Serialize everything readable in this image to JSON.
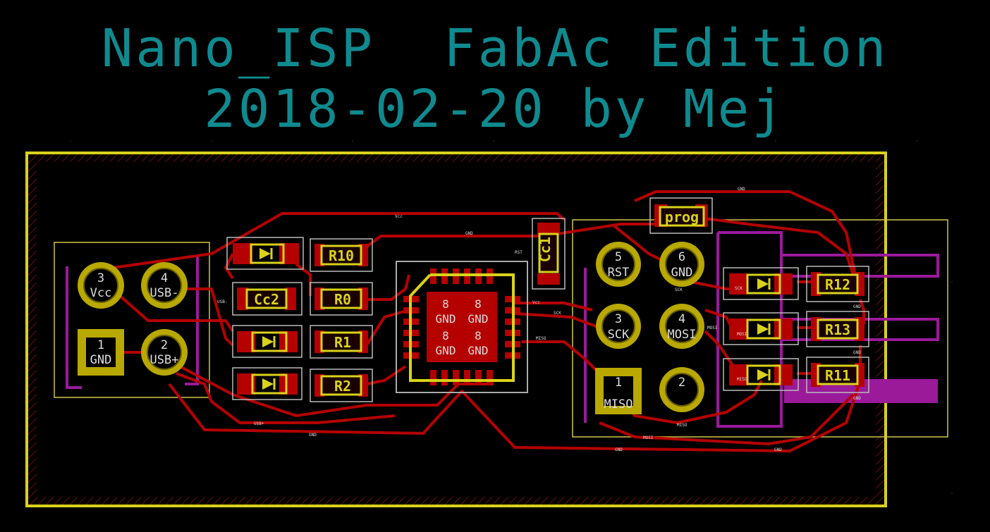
{
  "board": {
    "title_line1": "Nano_ISP  FabAc Edition",
    "title_line2": "2018-02-20 by Mej"
  },
  "colors": {
    "background": "#000000",
    "outline": "#d9d21a",
    "copper": "#c00000",
    "pad": "#b8a800",
    "text_teal": "#0f8a8f",
    "back_silk": "#9a1a9a"
  },
  "usb_header": {
    "pads": [
      {
        "number": "3",
        "label": "Vcc"
      },
      {
        "number": "4",
        "label": "USB-"
      },
      {
        "number": "1",
        "label": "GND"
      },
      {
        "number": "2",
        "label": "USB+"
      }
    ]
  },
  "isp_header": {
    "pads": [
      {
        "number": "5",
        "label": "RST"
      },
      {
        "number": "6",
        "label": "GND"
      },
      {
        "number": "3",
        "label": "SCK"
      },
      {
        "number": "4",
        "label": "MOSI"
      },
      {
        "number": "1",
        "label": "MISO"
      },
      {
        "number": "2",
        "label": ""
      }
    ]
  },
  "components": {
    "r10": "R10",
    "r0": "R0",
    "r1": "R1",
    "r2": "R2",
    "cc2": "Cc2",
    "cc1": "Cc1",
    "r12": "R12",
    "r13": "R13",
    "r11": "R11",
    "prog": "prog"
  },
  "mcu": {
    "pad_number": "8",
    "pad_net": "GND"
  },
  "net_labels": {
    "vcc": "Vcc",
    "gnd": "GND",
    "sck": "SCK",
    "mosi": "MOSI",
    "miso": "MISO",
    "usb_plus": "USB+",
    "usb_minus": "USB-",
    "rst": "RST"
  }
}
